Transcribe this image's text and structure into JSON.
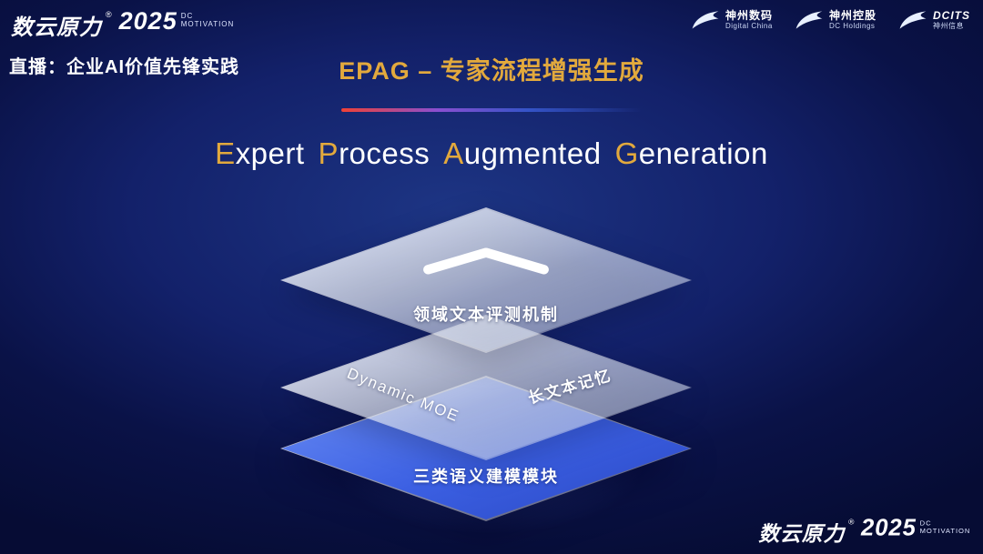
{
  "brand": {
    "name": "数云原力",
    "registered": "®",
    "year": "2025",
    "sub_line1": "DC",
    "sub_line2": "MOTIVATION"
  },
  "header": {
    "live_label": "直播：企业AI价值先锋实践",
    "title": "EPAG – 专家流程增强生成",
    "partner_logos": [
      {
        "name": "神州数码",
        "sub": "Digital China"
      },
      {
        "name": "神州控股",
        "sub": "DC Holdings"
      },
      {
        "name": "DCITS",
        "sub": "神州信息"
      }
    ]
  },
  "subtitle": {
    "words": [
      {
        "first": "E",
        "rest": "xpert"
      },
      {
        "first": "P",
        "rest": "rocess"
      },
      {
        "first": "A",
        "rest": "ugmented"
      },
      {
        "first": "G",
        "rest": "eneration"
      }
    ]
  },
  "diagram": {
    "top_layer_label": "领域文本评测机制",
    "middle_layer_label_left": "Dynamic MOE",
    "middle_layer_label_right": "长文本记忆",
    "bottom_layer_label": "三类语义建模模块"
  },
  "colors": {
    "accent_gold": "#E2A93D",
    "background_navy": "#0A1347",
    "layer_blue": "#3B5FE2",
    "divider_red": "#EF4136"
  }
}
